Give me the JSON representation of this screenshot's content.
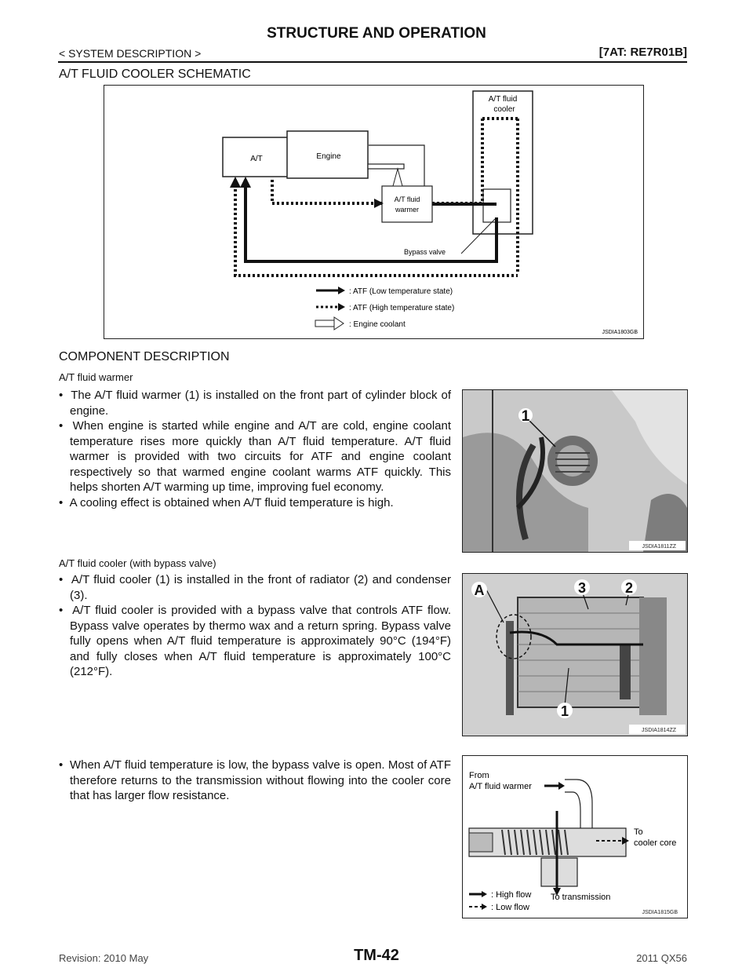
{
  "header": {
    "title": "STRUCTURE AND OPERATION",
    "left": "< SYSTEM DESCRIPTION >",
    "right": "[7AT: RE7R01B]"
  },
  "section1": {
    "title": "A/T FLUID COOLER SCHEMATIC",
    "figure": {
      "cooler_label_1": "A/T fluid",
      "cooler_label_2": "cooler",
      "at_label": "A/T",
      "engine_label": "Engine",
      "warmer_label_1": "A/T fluid",
      "warmer_label_2": "warmer",
      "bypass_label": "Bypass valve",
      "legend_low": ": ATF (Low temperature state)",
      "legend_high": ": ATF (High temperature state)",
      "legend_coolant": ": Engine coolant",
      "code": "JSDIA1803GB"
    }
  },
  "section2": {
    "title": "COMPONENT DESCRIPTION",
    "warmer": {
      "heading": "A/T fluid warmer",
      "bullets": [
        "The A/T fluid warmer (1) is installed on the front part of cylinder block of engine.",
        "When engine is started while engine and A/T are cold, engine coolant temperature rises more quickly than A/T fluid temperature. A/T fluid warmer is provided with two circuits for ATF and engine coolant respectively so that warmed engine coolant warms ATF quickly. This helps shorten A/T warming up time, improving fuel economy.",
        "A cooling effect is obtained when A/T fluid temperature is high."
      ],
      "figure": {
        "callout_1": "1",
        "code": "JSDIA1811ZZ"
      }
    },
    "cooler": {
      "heading": "A/T fluid cooler (with bypass valve)",
      "bullets": [
        "A/T fluid cooler (1) is installed in the front of radiator (2) and condenser (3).",
        "A/T fluid cooler is provided with a bypass valve that controls ATF flow. Bypass valve operates by thermo wax and a return spring. Bypass valve fully opens when A/T fluid temperature is approximately 90°C (194°F) and fully closes when A/T fluid temperature is approximately 100°C (212°F)."
      ],
      "figure": {
        "callout_3": "3",
        "callout_2": "2",
        "callout_a": "A",
        "callout_1": "1",
        "code": "JSDIA1814ZZ"
      }
    },
    "bypass": {
      "bullets": [
        "When A/T fluid temperature is low, the bypass valve is open. Most of ATF therefore returns to the transmission without flowing into the cooler core that has larger flow resistance."
      ],
      "figure": {
        "from_1": "From",
        "from_2": "A/T fluid warmer",
        "to_1": "To",
        "to_2": "cooler core",
        "to_trans": "To transmission",
        "legend_high": ": High flow",
        "legend_low": ": Low flow",
        "code": "JSDIA1815GB"
      }
    }
  },
  "footer": {
    "left": "Revision: 2010 May",
    "center": "TM-42",
    "right": "2011 QX56"
  }
}
